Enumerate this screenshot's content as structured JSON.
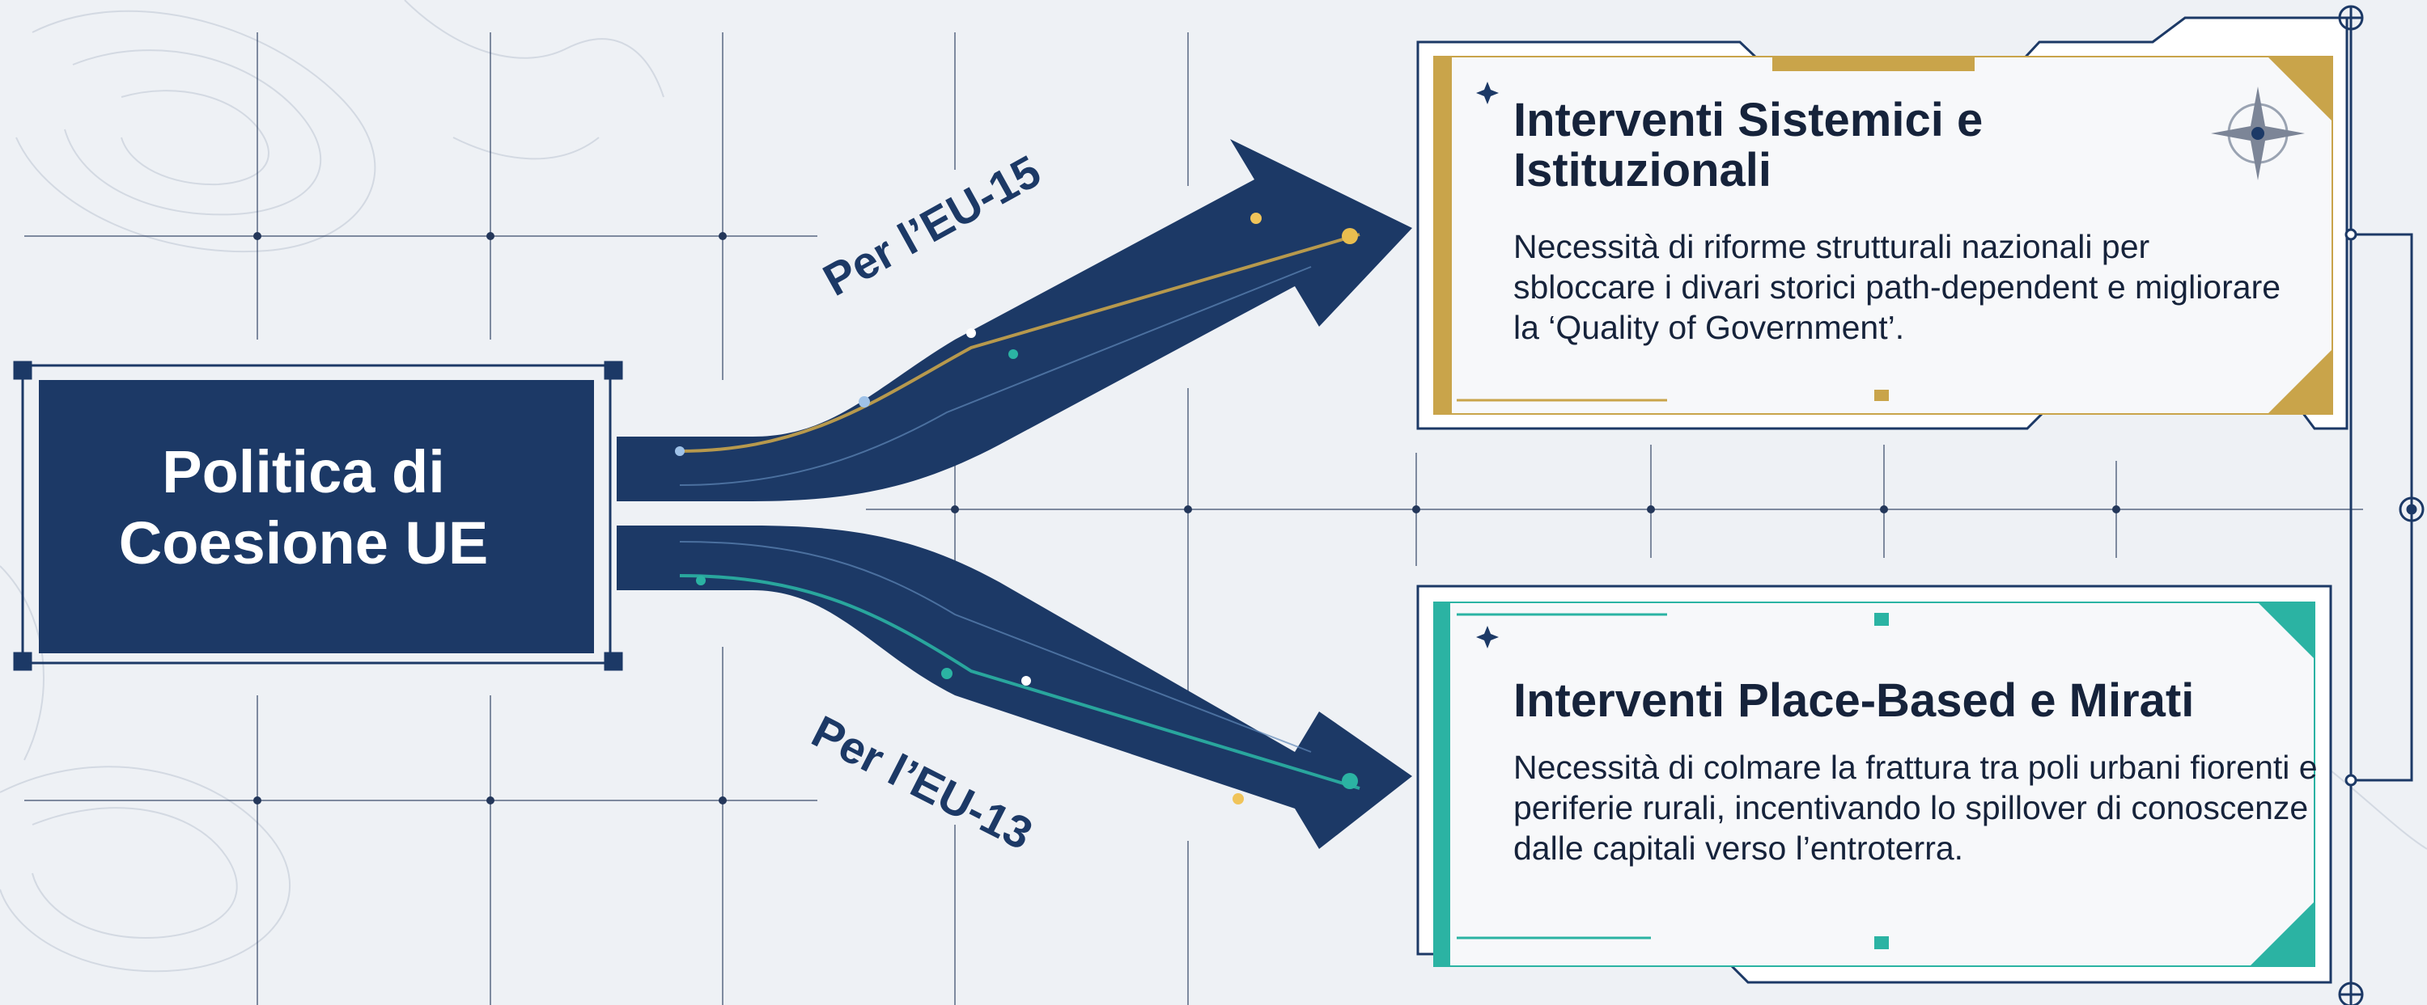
{
  "source": {
    "title": "Politica di Coesione UE"
  },
  "branches": [
    {
      "label": "Per l’EU-15"
    },
    {
      "label": "Per l’EU-13"
    }
  ],
  "cards": [
    {
      "title": "Interventi Sistemici e Istituzionali",
      "text": "Necessità di riforme strutturali nazionali per sbloccare i divari storici path-dependent e migliorare la ‘Quality of Government’.",
      "accent": "#c9a44a"
    },
    {
      "title": "Interventi Place-Based e Mirati",
      "text": "Necessità di colmare la frattura tra poli urbani fiorenti e periferie rurali, incentivando lo spillover di conoscenze dalle capitali verso l’entroterra.",
      "accent": "#2bb3a3"
    }
  ],
  "colors": {
    "navy": "#1c3966",
    "background": "#eef1f5",
    "grid": "#24375a",
    "gold": "#c9a44a",
    "teal": "#2bb3a3"
  },
  "icons": [
    "compass-star-icon",
    "crosshair-icon"
  ]
}
